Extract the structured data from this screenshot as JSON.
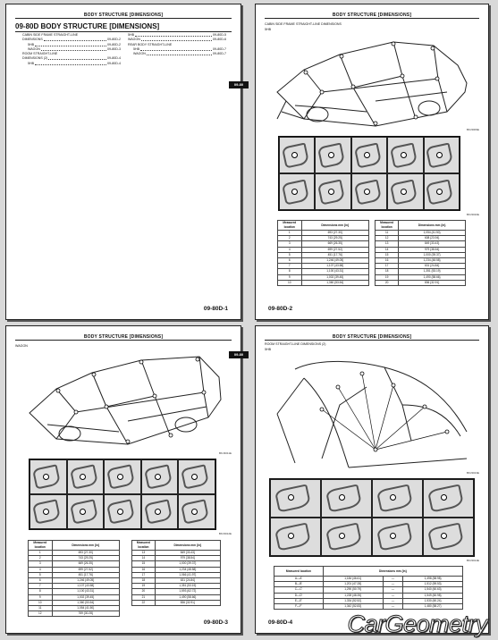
{
  "page1": {
    "header": "BODY STRUCTURE [DIMENSIONS]",
    "section_title": "09-80D  BODY STRUCTURE [DIMENSIONS]",
    "toc_left": [
      {
        "t": "CABIN SIDE FRAME STRAIGHT-LINE",
        "p": ""
      },
      {
        "t": "DIMENSIONS",
        "p": "09-80D-2"
      },
      {
        "t": "5HB",
        "p": "09-80D-2",
        "indent": true
      },
      {
        "t": "WAGON",
        "p": "09-80D-3",
        "indent": true
      },
      {
        "t": "ROOM STRAIGHT-LINE",
        "p": ""
      },
      {
        "t": "DIMENSIONS (2)",
        "p": "09-80D-4"
      },
      {
        "t": "5HB",
        "p": "09-80D-4",
        "indent": true
      }
    ],
    "toc_right": [
      {
        "t": "5HB",
        "p": "09-80D-5"
      },
      {
        "t": "WAGON",
        "p": "09-80D-6"
      },
      {
        "t": "REAR BODY STRAIGHT-LINE",
        "p": ""
      },
      {
        "t": "5HB",
        "p": "09-80D-7",
        "indent": true
      },
      {
        "t": "WAGON",
        "p": "09-80D-7",
        "indent": true
      }
    ],
    "page_number": "09-80D-1"
  },
  "page2": {
    "header": "BODY STRUCTURE [DIMENSIONS]",
    "subtitle": "CABIN SIDE FRAME STRAIGHT-LINE DIMENSIONS",
    "variant": "5HB",
    "tab_label": "09-80",
    "col_location": "Measured location",
    "col_dimension": "Dimensions mm {in}",
    "left_rows": [
      [
        "1",
        "693 {27.30}"
      ],
      [
        "2",
        "743 {29.25}"
      ],
      [
        "3",
        "669 {26.35}"
      ],
      [
        "4",
        "699 {27.52}"
      ],
      [
        "5",
        "451 {17.76}"
      ],
      [
        "6",
        "1,246 {49.05}"
      ],
      [
        "7",
        "1,107 {43.58}"
      ],
      [
        "8",
        "1,100 {43.31}"
      ],
      [
        "9",
        "1,002 {39.45}"
      ],
      [
        "10",
        "1,360 {53.54}"
      ]
    ],
    "right_rows": [
      [
        "11",
        "1,054 {41.50}"
      ],
      [
        "12",
        "608 {23.94}"
      ],
      [
        "13",
        "849 {33.43}"
      ],
      [
        "14",
        "979 {38.54}"
      ],
      [
        "15",
        "1,000 {39.37}"
      ],
      [
        "16",
        "1,234 {48.58}"
      ],
      [
        "17",
        "631 {24.84}"
      ],
      [
        "18",
        "1,351 {53.19}"
      ],
      [
        "19",
        "1,490 {58.66}"
      ],
      [
        "20",
        "836 {32.91}"
      ]
    ],
    "code_top": "BKJ3009E",
    "code_mid": "BKJ3010E",
    "page_number": "09-80D-2"
  },
  "page3": {
    "header": "BODY STRUCTURE [DIMENSIONS]",
    "variant": "WAGON",
    "col_location": "Measured location",
    "col_dimension": "Dimensions mm {in}",
    "left_rows": [
      [
        "1",
        "693 {27.30}"
      ],
      [
        "2",
        "743 {29.25}"
      ],
      [
        "3",
        "669 {26.35}"
      ],
      [
        "4",
        "699 {27.52}"
      ],
      [
        "5",
        "451 {17.76}"
      ],
      [
        "6",
        "1,246 {49.05}"
      ],
      [
        "7",
        "1,107 {43.58}"
      ],
      [
        "8",
        "1,100 {43.31}"
      ],
      [
        "9",
        "1,002 {39.45}"
      ],
      [
        "10",
        "1,360 {53.54}"
      ],
      [
        "11",
        "1,054 {41.50}"
      ],
      [
        "12",
        "769 {30.28}"
      ]
    ],
    "right_rows": [
      [
        "13",
        "849 {33.43}"
      ],
      [
        "14",
        "979 {38.54}"
      ],
      [
        "15",
        "1,000 {39.37}"
      ],
      [
        "16",
        "1,234 {48.58}"
      ],
      [
        "17",
        "1,066 {41.97}"
      ],
      [
        "18",
        "631 {24.84}"
      ],
      [
        "19",
        "1,351 {53.19}"
      ],
      [
        "20",
        "1,593 {62.72}"
      ],
      [
        "21",
        "1,490 {58.66}"
      ],
      [
        "22",
        "836 {32.91}"
      ]
    ],
    "code_top": "BKJ3011E",
    "code_mid": "BKJ3012E",
    "page_number": "09-80D-3"
  },
  "page4": {
    "header": "BODY STRUCTURE [DIMENSIONS]",
    "subtitle": "ROOM STRAIGHT-LINE DIMENSIONS (2)",
    "variant": "5HB",
    "tab_label": "09-80",
    "col_location": "Measured location",
    "col_dimension": "Dimensions mm {in}",
    "rows": [
      [
        "A—A'",
        "1,184 {46.61}",
        "—",
        "1,498 {58.98}"
      ],
      [
        "B—B'",
        "1,201 {47.28}",
        "—",
        "1,512 {59.53}"
      ],
      [
        "C—C'",
        "1,290 {50.79}",
        "—",
        "1,540 {60.63}"
      ],
      [
        "D—D'",
        "1,228 {48.35}",
        "—",
        "1,549 {60.98}"
      ],
      [
        "E—E'",
        "1,334 {52.52}",
        "—",
        "1,530 {60.24}"
      ],
      [
        "F—F'",
        "1,342 {52.83}",
        "—",
        "1,480 {58.27}"
      ]
    ],
    "code_top": "BKJ3013E",
    "code_mid": "BKJ3014E",
    "page_number": "09-80D-4"
  },
  "watermark": "CarGeometry"
}
